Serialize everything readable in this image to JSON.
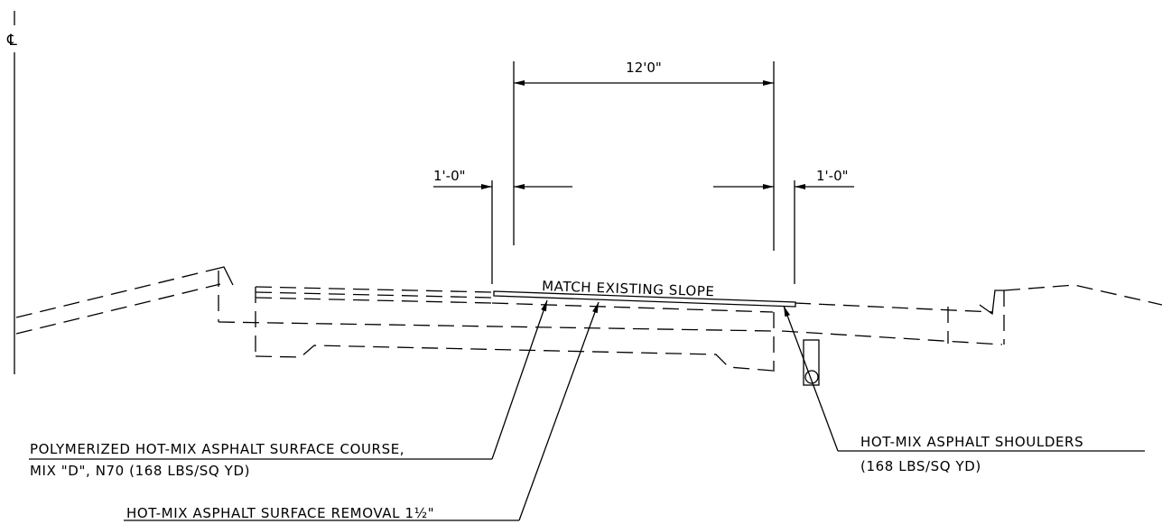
{
  "centerline": {
    "symbol": "℄"
  },
  "dimensions": {
    "lane_width": "12'0\"",
    "offset_left": "1'-0\"",
    "offset_right": "1'-0\""
  },
  "annotations": {
    "match_slope": "MATCH EXISTING SLOPE",
    "surface_course_line1": "POLYMERIZED HOT-MIX ASPHALT SURFACE COURSE,",
    "surface_course_line2": "MIX \"D\", N70 (168 LBS/SQ YD)",
    "surface_removal": "HOT-MIX ASPHALT SURFACE REMOVAL  1½\"",
    "shoulders_line1": "HOT-MIX ASPHALT SHOULDERS",
    "shoulders_line2": "(168 LBS/SQ YD)"
  }
}
